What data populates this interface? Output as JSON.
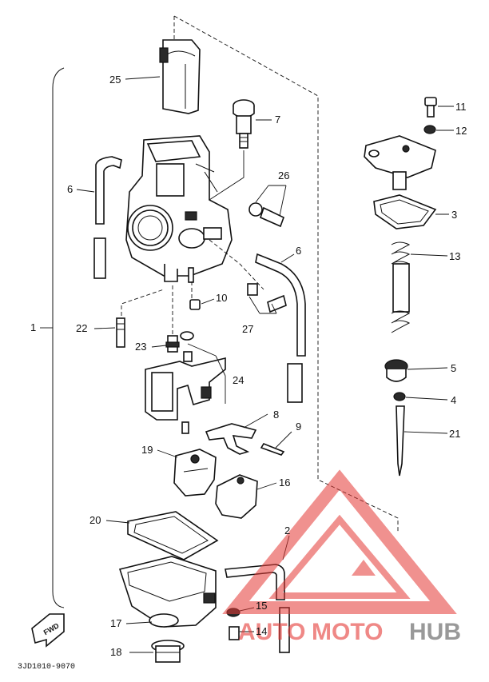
{
  "callouts": {
    "n1": "1",
    "n2": "2",
    "n3": "3",
    "n4": "4",
    "n5": "5",
    "n6a": "6",
    "n6b": "6",
    "n7": "7",
    "n8": "8",
    "n9": "9",
    "n10": "10",
    "n11": "11",
    "n12": "12",
    "n13": "13",
    "n14": "14",
    "n15": "15",
    "n16": "16",
    "n17": "17",
    "n18": "18",
    "n19": "19",
    "n20": "20",
    "n21": "21",
    "n22": "22",
    "n23": "23",
    "n24": "24",
    "n25": "25",
    "n26": "26",
    "n27": "27"
  },
  "fwd_label": "FWD",
  "drawing_code": "3JD1010-9070",
  "watermark": {
    "text_auto": "AUTO",
    "text_moto": "MOTO",
    "text_hub": "HUB",
    "color_red": "#e53935",
    "color_gray": "#6d6d6d"
  }
}
